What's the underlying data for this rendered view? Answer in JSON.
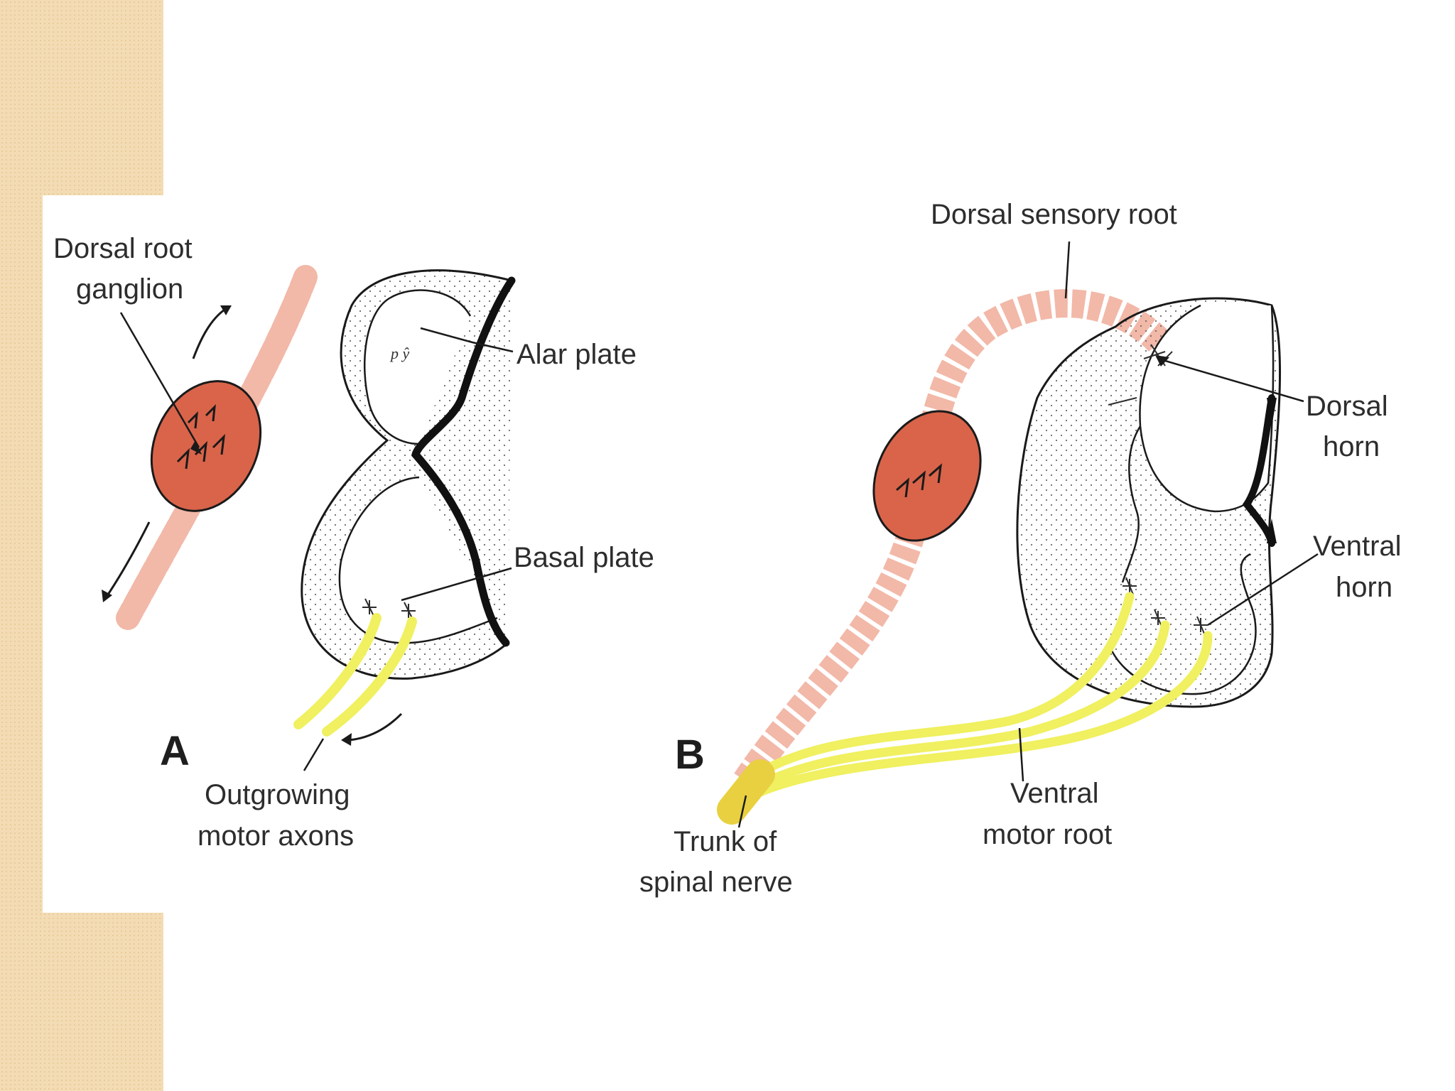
{
  "colors": {
    "side_band": "#f3dcb4",
    "ganglion": "#d9644a",
    "sensory_fibers": "#f2b8a8",
    "motor_axons": "#f0f060",
    "outline": "#1a1a1a"
  },
  "diagram": {
    "panel_a": {
      "letter": "A",
      "labels": {
        "dorsal_root_ganglion_l1": "Dorsal root",
        "dorsal_root_ganglion_l2": "ganglion",
        "alar_plate": "Alar plate",
        "basal_plate": "Basal plate",
        "outgrowing_motor_axons_l1": "Outgrowing",
        "outgrowing_motor_axons_l2": "motor axons"
      }
    },
    "panel_b": {
      "letter": "B",
      "labels": {
        "dorsal_sensory_root": "Dorsal sensory root",
        "dorsal_horn_l1": "Dorsal",
        "dorsal_horn_l2": "horn",
        "ventral_horn_l1": "Ventral",
        "ventral_horn_l2": "horn",
        "ventral_motor_root_l1": "Ventral",
        "ventral_motor_root_l2": "motor root",
        "trunk_of_spinal_nerve_l1": "Trunk of",
        "trunk_of_spinal_nerve_l2": "spinal nerve"
      }
    }
  }
}
